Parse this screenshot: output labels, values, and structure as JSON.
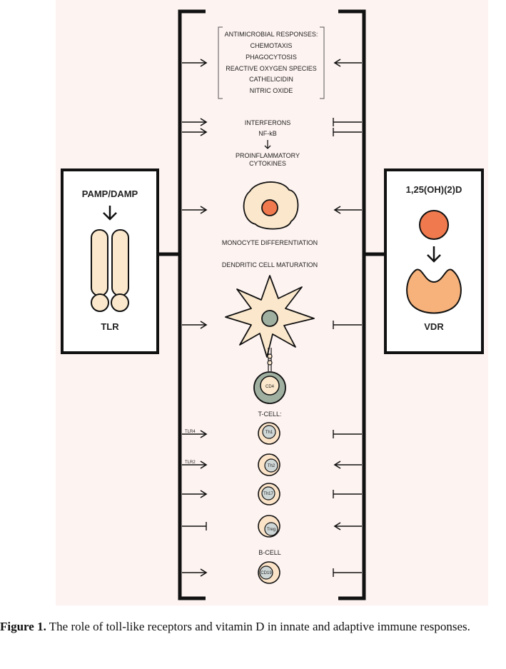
{
  "diagram": {
    "antimicrobial_lines": [
      "ANTIMICROBIAL RESPONSES:",
      "CHEMOTAXIS",
      "PHAGOCYTOSIS",
      "REACTIVE OXYGEN SPECIES",
      "CATHELICIDIN",
      "NITRIC OXIDE"
    ],
    "interferons": "INTERFERONS",
    "nfkb": "NF-kB",
    "proinflammatory_line1": "PROINFLAMMATORY",
    "proinflammatory_line2": "CYTOKINES",
    "monocyte_label": "MONOCYTE DIFFERENTIATION",
    "dendritic_label": "DENDRITIC CELL MATURATION",
    "cd4": "CD4",
    "tcell_label": "T-CELL:",
    "bcell_label": "B-CELL",
    "tcells": [
      "Th1",
      "Th2",
      "Th17",
      "Treg"
    ],
    "bcell": "CD19",
    "tlr4": "TLR4",
    "tlr2": "TLR2",
    "left_box": {
      "top_label": "PAMP/DAMP",
      "bottom_label": "TLR"
    },
    "right_box": {
      "top_label": "1,25(OH)(2)D",
      "bottom_label": "VDR"
    }
  },
  "colors": {
    "background": "#fdf3f1",
    "receptor_fill": "#fbe8cc",
    "orange": "#f07a4e",
    "vdr_fill": "#f6b27a",
    "grey_green": "#9fb0a1",
    "tcell_outer": "#fbe3c8",
    "tcell_inner": "#cfd7d6"
  },
  "caption": {
    "label": "Figure 1.",
    "text": " The role of toll-like receptors and vitamin D in innate and adaptive immune responses."
  }
}
